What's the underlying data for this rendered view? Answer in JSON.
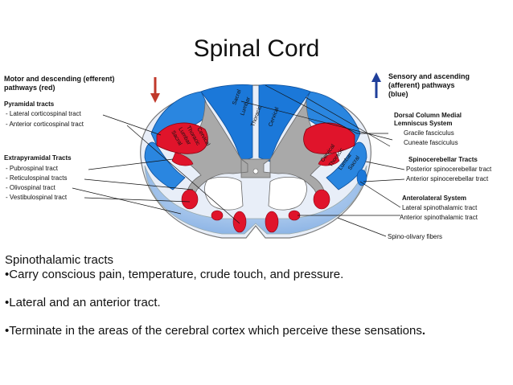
{
  "title": "Spinal Cord",
  "left_panel": {
    "motor_header": [
      "Motor and descending (efferent)",
      "pathways  (red)"
    ],
    "pyramidal_header": "Pyramidal tracts",
    "pyramidal_items": [
      "- Lateral corticospinal tract",
      "- Anterior corticospinal tract"
    ],
    "extrapyramidal_header": "Extrapyramidal Tracts",
    "extrapyramidal_items": [
      "- Pubrospinal tract",
      "- Reticulospinal tracts",
      "- Olivospinal tract",
      "- Vestibulospinal tract"
    ]
  },
  "right_panel": {
    "sensory_header": [
      "Sensory and ascending",
      "(afferent) pathways",
      "(blue)"
    ],
    "dorsal_header": [
      "Dorsal Column Medial",
      "Lemniscus System"
    ],
    "dorsal_items": [
      "Gracile fasciculus",
      "Cuneate fasciculus"
    ],
    "spinocerebellar_header": "Spinocerebellar Tracts",
    "spinocerebellar_items": [
      "Posterior spinocerebellar tract",
      "Anterior spinocerebellar tract"
    ],
    "anterolateral_header": "Anterolateral System",
    "anterolateral_items": [
      "Lateral spinothalamic tract",
      "Anterior spinothalamic tract"
    ],
    "spino_olivary": "Spino-olivary fibers"
  },
  "in_figure_labels": {
    "left": [
      "Sacral",
      "Lumbar",
      "Thoracic",
      "Cervical"
    ],
    "posterior": [
      "Sacral",
      "Lumbar",
      "Thoracic",
      "Cervical"
    ],
    "right": [
      "Cervical",
      "Thoracic",
      "Lumbar",
      "Sacral"
    ]
  },
  "colors": {
    "motor": "#e0142b",
    "sensory": "#1b78d9",
    "arrow_down": "#c0392b",
    "arrow_up": "#1f3f9a",
    "gray_matter": "#a9a9a9"
  },
  "body": {
    "heading": "Spinothalamic tracts",
    "bullets": [
      "Carry conscious pain, temperature, crude touch, and pressure.",
      "Lateral and an anterior tract.",
      "Terminate in the areas of the cerebral cortex which perceive these sensations"
    ],
    "final_period": "."
  }
}
